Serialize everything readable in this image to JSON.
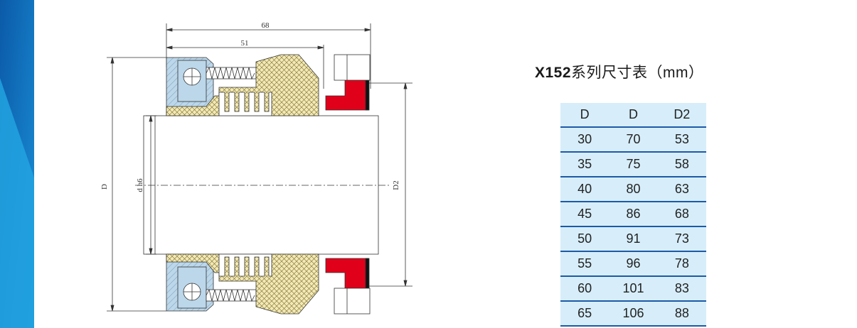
{
  "colors": {
    "band_dark": "#0b5aa8",
    "band_light": "#22a3e0",
    "table_bg": "#d7eefa",
    "table_rule": "#1d5aa6",
    "metal": "#bcd7ea",
    "yellow": "#f2e9b6",
    "red": "#e1001a"
  },
  "drawing": {
    "dims": {
      "overall_length": "68",
      "face_length": "51",
      "outer_dia": "D",
      "shaft_dia": "d h6",
      "d2": "D2"
    },
    "icons": [
      "spring-icon",
      "set-screw-icon",
      "bellows-icon"
    ]
  },
  "table": {
    "title_model": "X152",
    "title_rest": "系列尺寸表（mm）",
    "headers": [
      "D",
      "D",
      "D2"
    ],
    "rows": [
      [
        "30",
        "70",
        "53"
      ],
      [
        "35",
        "75",
        "58"
      ],
      [
        "40",
        "80",
        "63"
      ],
      [
        "45",
        "86",
        "68"
      ],
      [
        "50",
        "91",
        "73"
      ],
      [
        "55",
        "96",
        "78"
      ],
      [
        "60",
        "101",
        "83"
      ],
      [
        "65",
        "106",
        "88"
      ]
    ]
  }
}
